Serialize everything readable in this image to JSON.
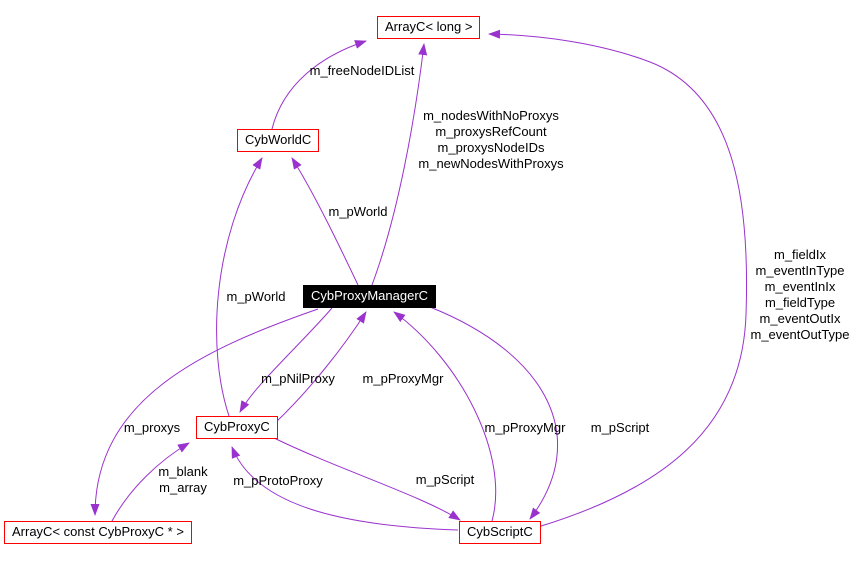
{
  "diagram": {
    "type": "collaboration-graph",
    "colors": {
      "edge": "#9a32cd",
      "node_border": "#ff0000",
      "node_bg": "#ffffff",
      "current_node_bg": "#000000",
      "current_node_text": "#ffffff",
      "text": "#000000"
    },
    "nodes": {
      "array_long": {
        "label": "ArrayC< long >"
      },
      "cybworldc": {
        "label": "CybWorldC"
      },
      "cybproxymanagerc": {
        "label": "CybProxyManagerC"
      },
      "cybproxyc": {
        "label": "CybProxyC"
      },
      "array_const_cybproxyc": {
        "label": "ArrayC< const CybProxyC * >"
      },
      "cybscriptc": {
        "label": "CybScriptC"
      }
    },
    "edge_labels": {
      "free_node_id_list": "m_freeNodeIDList",
      "manager_arrays": [
        "m_nodesWithNoProxys",
        "m_proxysRefCount",
        "m_proxysNodeIDs",
        "m_newNodesWithProxys"
      ],
      "script_fields": [
        "m_fieldIx",
        "m_eventInType",
        "m_eventInIx",
        "m_fieldType",
        "m_eventOutIx",
        "m_eventOutType"
      ],
      "p_world_manager": "m_pWorld",
      "p_world_proxy": "m_pWorld",
      "p_nil_proxy": "m_pNilProxy",
      "p_proxy_mgr_from_proxy": "m_pProxyMgr",
      "p_proxy_mgr_from_script": "m_pProxyMgr",
      "proxys": "m_proxys",
      "blank_array": [
        "m_blank",
        "m_array"
      ],
      "p_proto_proxy": "m_pProtoProxy",
      "p_script_from_proxy": "m_pScript",
      "p_script_from_manager": "m_pScript"
    }
  }
}
